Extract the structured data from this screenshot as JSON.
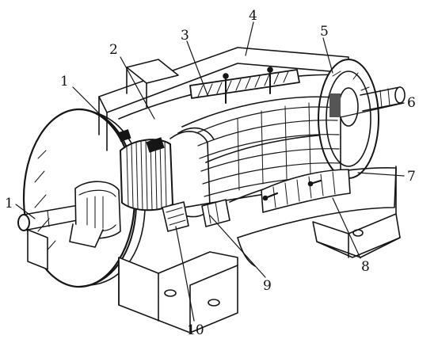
{
  "colors": {
    "ink": "#151515",
    "paper": "#ffffff",
    "shade": "#555555"
  },
  "callouts": [
    {
      "id": "c1-top",
      "label": "1"
    },
    {
      "id": "c2",
      "label": "2"
    },
    {
      "id": "c3",
      "label": "3"
    },
    {
      "id": "c4",
      "label": "4"
    },
    {
      "id": "c5",
      "label": "5"
    },
    {
      "id": "c6",
      "label": "6"
    },
    {
      "id": "c7",
      "label": "7"
    },
    {
      "id": "c8",
      "label": "8"
    },
    {
      "id": "c9",
      "label": "9"
    },
    {
      "id": "c10",
      "label": "10"
    },
    {
      "id": "c1-shaft",
      "label": "1"
    }
  ]
}
